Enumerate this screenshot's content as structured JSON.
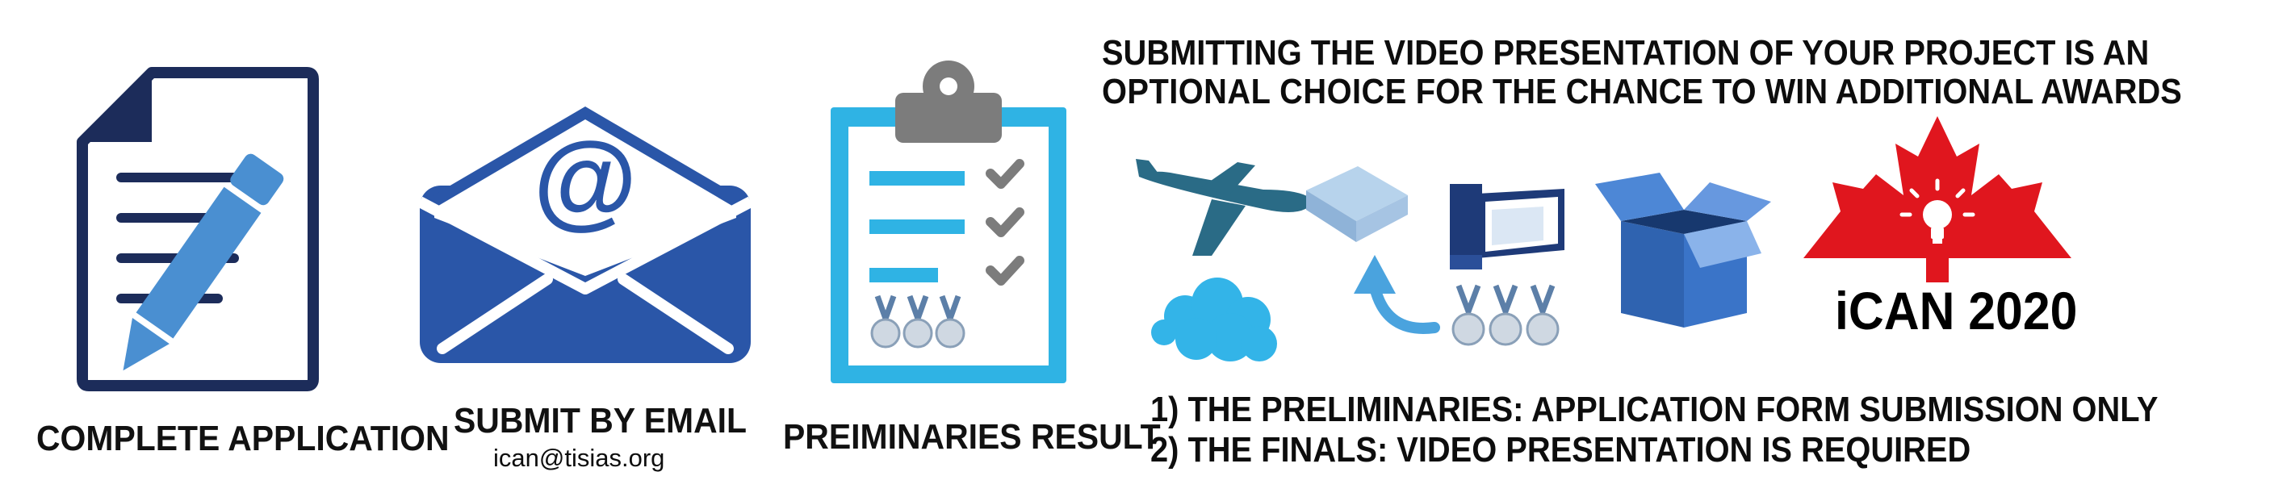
{
  "steps": [
    {
      "label": "COMPLETE APPLICATION",
      "icon": "document-pencil-icon"
    },
    {
      "label": "SUBMIT BY EMAIL",
      "sublabel": "ican@tisias.org",
      "icon": "email-envelope-icon"
    },
    {
      "label": "PREIMINARIES RESULT",
      "icon": "clipboard-checklist-icon"
    }
  ],
  "headline": {
    "line1": "SUBMITTING THE VIDEO PRESENTATION OF YOUR PROJECT IS AN",
    "line2_bold": "OPTIONAL CHOICE",
    "line2_rest": "FOR THE CHANCE TO WIN ADDITIONAL AWARDS"
  },
  "shipping_icons": [
    "airplane-icon",
    "cloud-icon",
    "parcel-box-icon",
    "return-arrow-icon",
    "document-folder-icon",
    "medals-icon",
    "open-box-icon"
  ],
  "logo": {
    "text": "iCAN 2020",
    "icon": "maple-leaf-lightbulb-logo"
  },
  "notes": [
    "1) THE PRELIMINARIES: APPLICATION FORM SUBMISSION ONLY",
    "2) THE FINALS: VIDEO PRESENTATION IS REQUIRED"
  ],
  "colors": {
    "navy": "#1c2c5a",
    "envelope_blue": "#2a56a8",
    "light_blue": "#4a8fd1",
    "cyan": "#2fb3e4",
    "grey": "#7c7c7c",
    "red": "#e0161e",
    "text": "#111111"
  }
}
